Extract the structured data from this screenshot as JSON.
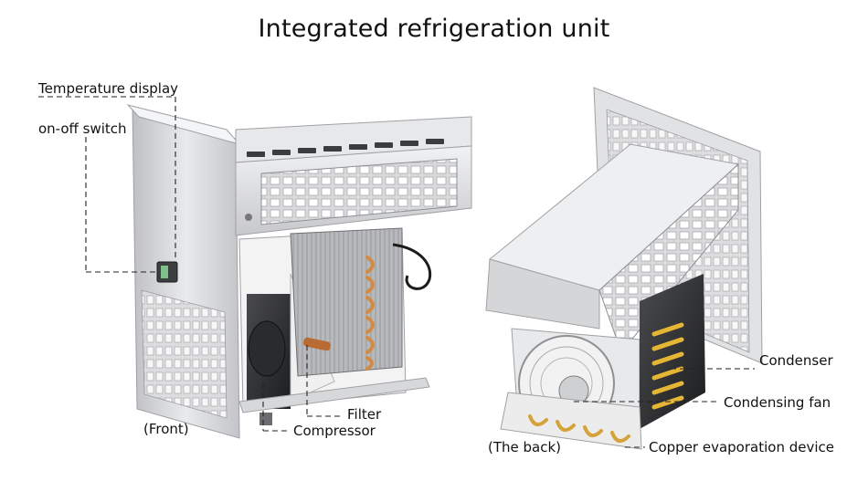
{
  "title": "Integrated refrigeration unit",
  "front": {
    "caption": "(Front)",
    "labels": {
      "temperature_display": "Temperature display",
      "onoff_switch": "on-off switch",
      "filter": "Filter",
      "compressor": "Compressor"
    }
  },
  "back": {
    "caption": "(The back)",
    "labels": {
      "condenser": "Condenser",
      "condensing_fan": "Condensing fan",
      "copper_evaporation": "Copper evaporation device"
    }
  },
  "colors": {
    "steel_light": "#e4e5e7",
    "steel_mid": "#c9cacd",
    "steel_dark": "#9a9b9e",
    "copper": "#d08a4a",
    "brass": "#e0b23a",
    "leader": "#222222"
  }
}
